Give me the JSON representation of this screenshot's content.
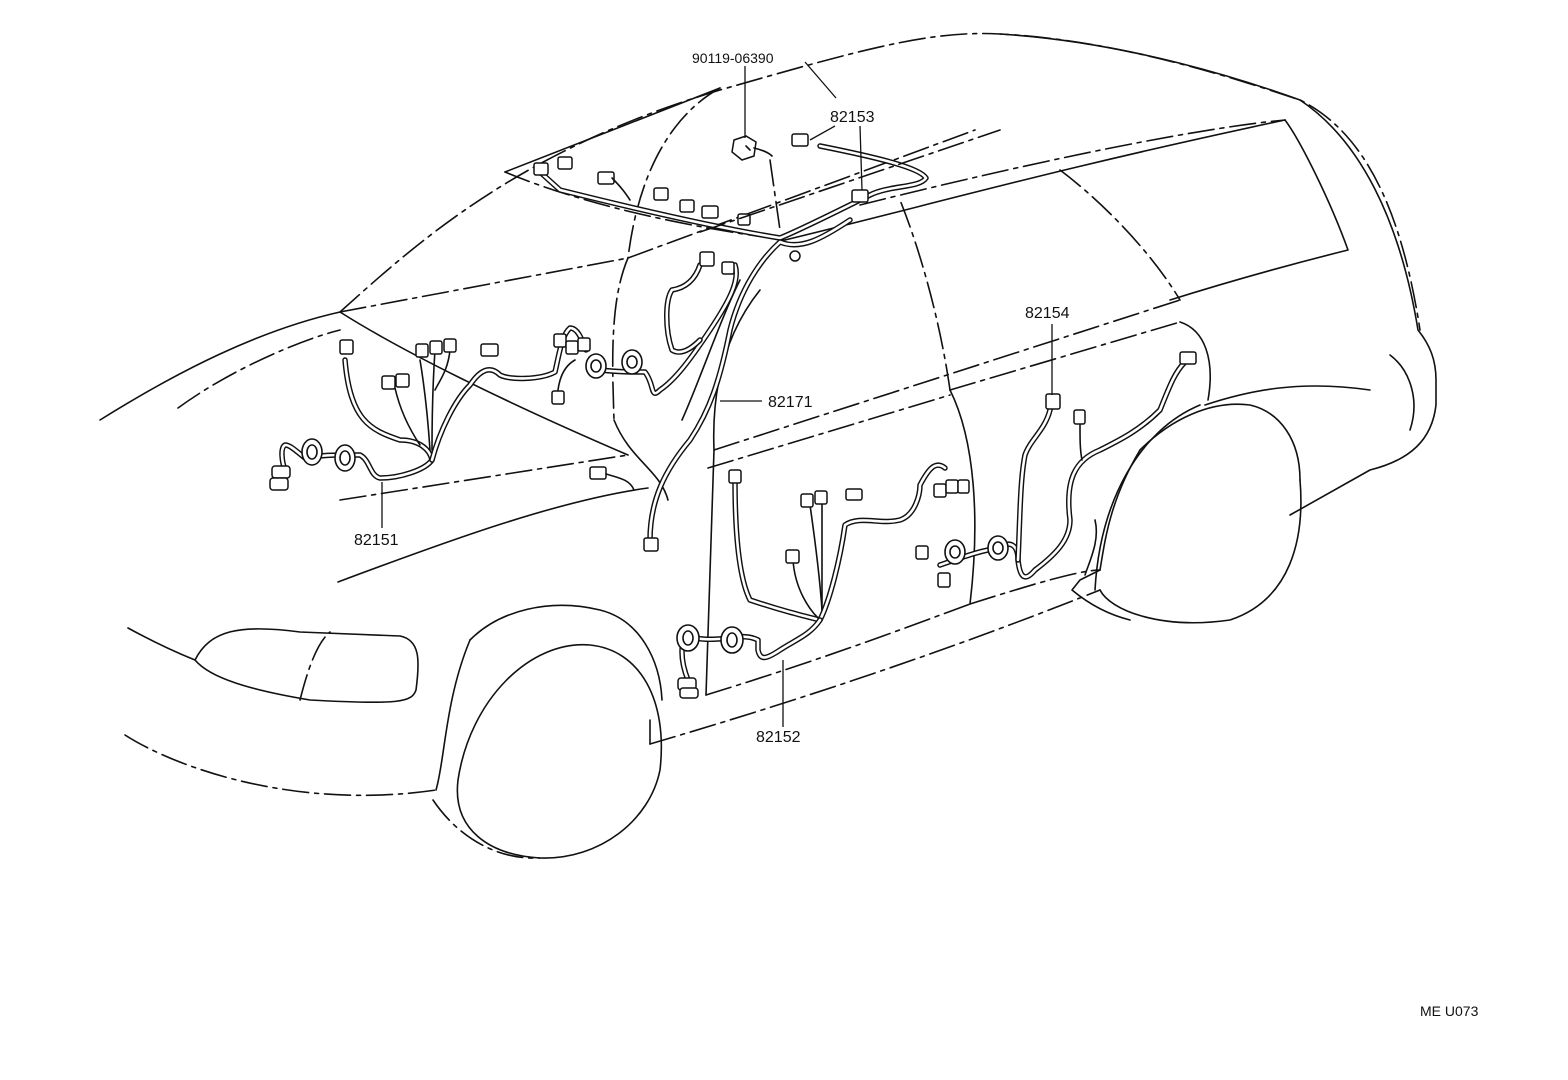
{
  "diagram": {
    "part_labels": {
      "bolt": "90119-06390",
      "roof_harness": "82153",
      "rear_door_harness": "82154",
      "pillar_harness": "82171",
      "front_door_harness": "82151",
      "rear_side_door_harness": "82152"
    },
    "drawing_code": "ME U073"
  }
}
